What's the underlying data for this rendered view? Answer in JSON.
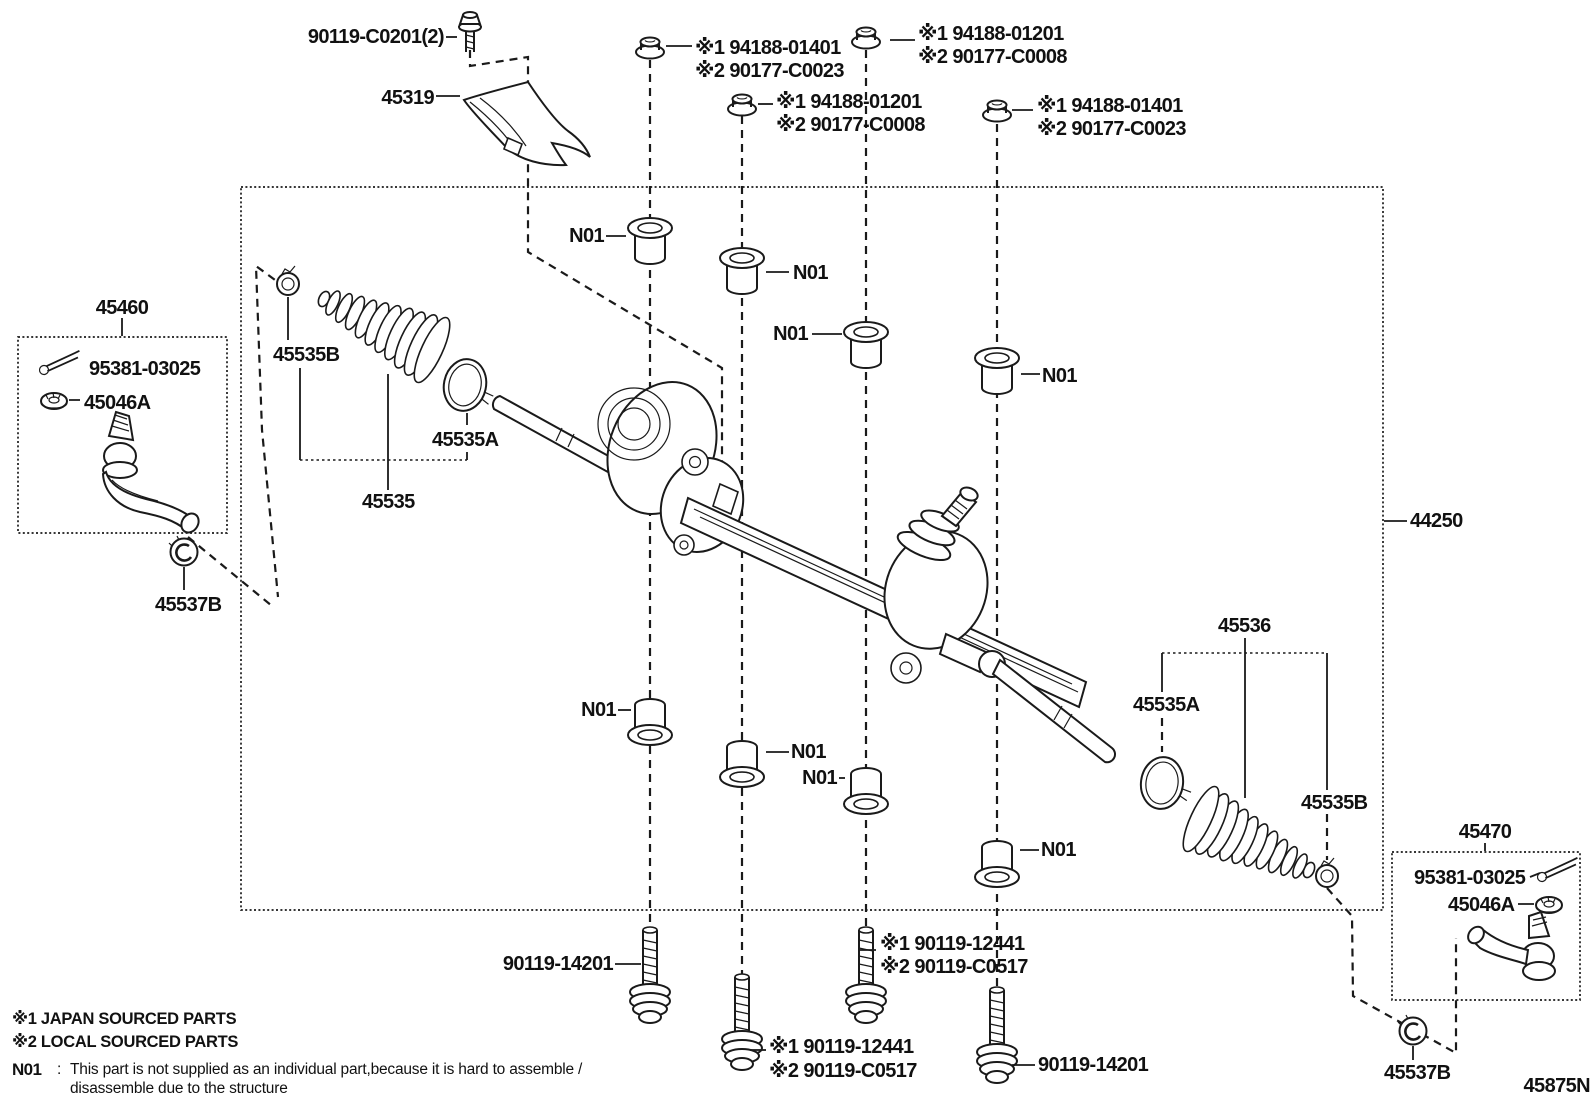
{
  "labels": {
    "gear": "44250",
    "cover": "45319",
    "tieRodL": "45460",
    "tieRodR": "45470",
    "bootL": "45535",
    "bootR": "45536",
    "clipA": "45535A",
    "clipB": "45535B",
    "nutTie": "45537B",
    "castle": "45046A",
    "cotter": "95381-03025",
    "n01": "N01",
    "coverBolt": "90119-C0201(2)",
    "bolt14201": "90119-14201",
    "code": "45875N"
  },
  "dual": {
    "n14401a": "※1 94188-01401",
    "n14401b": "※2 90177-C0023",
    "n1201a": "※1 94188-01201",
    "n1201b": "※2 90177-C0008",
    "b12441a": "※1 90119-12441",
    "b12441b": "※2 90119-C0517"
  },
  "legend": {
    "jp": "※1 JAPAN SOURCED PARTS",
    "local": "※2 LOCAL SOURCED PARTS",
    "term": "N01",
    "colon": ":",
    "note1": "This part is not supplied as an individual part,because it is hard to assemble /",
    "note2": "disassemble due to the structure"
  }
}
